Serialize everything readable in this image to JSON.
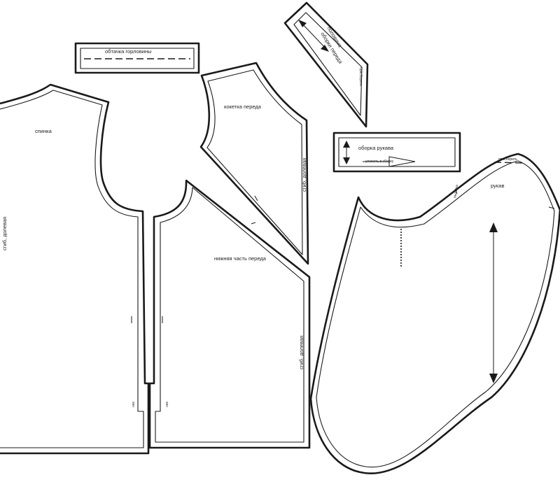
{
  "labels": {
    "neckline_facing": "обтачка горловины",
    "back": "спинка",
    "back_fold": "сгиб, долевая",
    "front_yoke": "кокетка переда",
    "yoke_fold": "сгиб, долевая",
    "lower_front": "нижняя часть переда",
    "front_fold": "сгиб, долевая",
    "ruffle_front_line1": "половина",
    "ruffle_front_line2": "оборки переда",
    "ruffle_front_note": "присборить",
    "sleeve_ruffle": "оборка рукава",
    "sleeve_ruffle_note": "уложить в сборку",
    "sleeve": "рукав",
    "sleeve_top_note": "присборить",
    "sleeve_side_note": "вытачка",
    "back_hem_note": "низ",
    "front_hem_note": "низ"
  },
  "colors": {
    "line": "#1a1a1a",
    "background": "#ffffff"
  }
}
